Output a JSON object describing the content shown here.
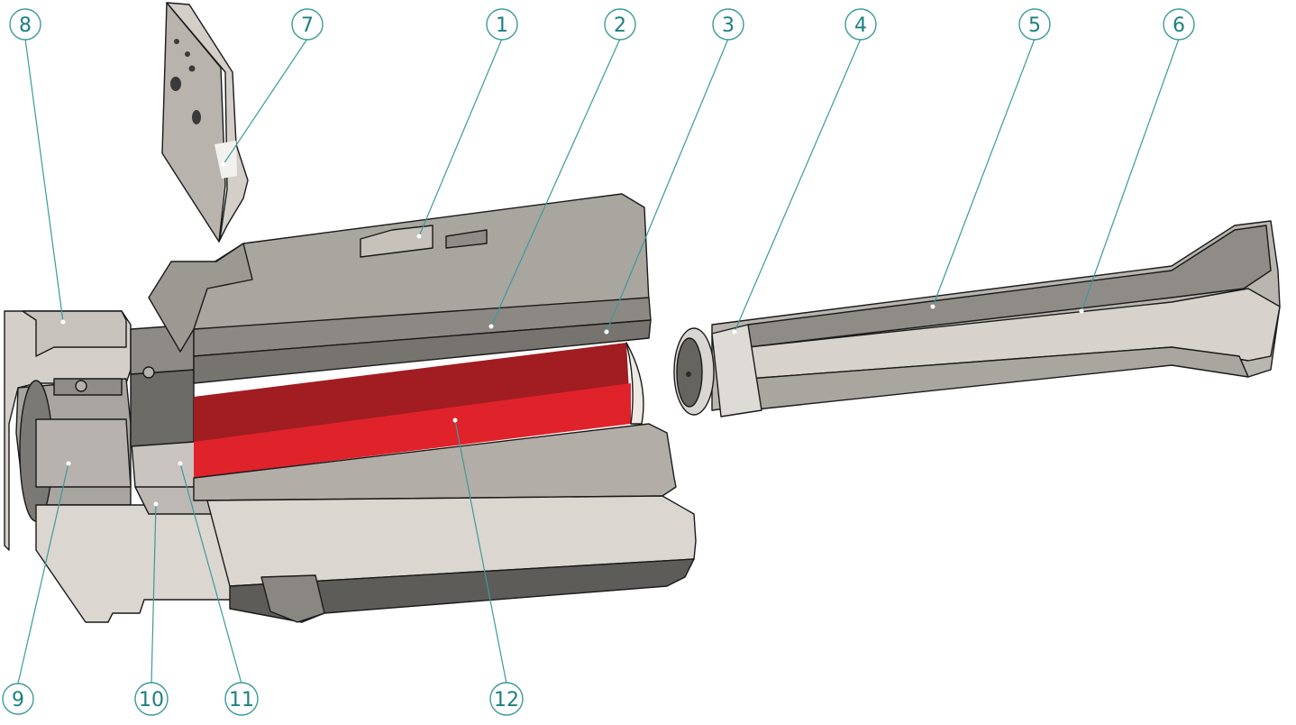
{
  "callouts": [
    {
      "id": "c1",
      "label": "1"
    },
    {
      "id": "c2",
      "label": "2"
    },
    {
      "id": "c3",
      "label": "3"
    },
    {
      "id": "c4",
      "label": "4"
    },
    {
      "id": "c5",
      "label": "5"
    },
    {
      "id": "c6",
      "label": "6"
    },
    {
      "id": "c7",
      "label": "7"
    },
    {
      "id": "c8",
      "label": "8"
    },
    {
      "id": "c9",
      "label": "9"
    },
    {
      "id": "c10",
      "label": "10"
    },
    {
      "id": "c11",
      "label": "11"
    },
    {
      "id": "c12",
      "label": "12"
    }
  ],
  "colors": {
    "callout_stroke": "#3b9a9a",
    "callout_text": "#1c7f80",
    "metal_light": "#d8d2cc",
    "metal_mid": "#a7a39d",
    "metal_dark": "#6f6d6a",
    "liner_red": "#e0232b",
    "liner_dark_red": "#a11d22"
  }
}
